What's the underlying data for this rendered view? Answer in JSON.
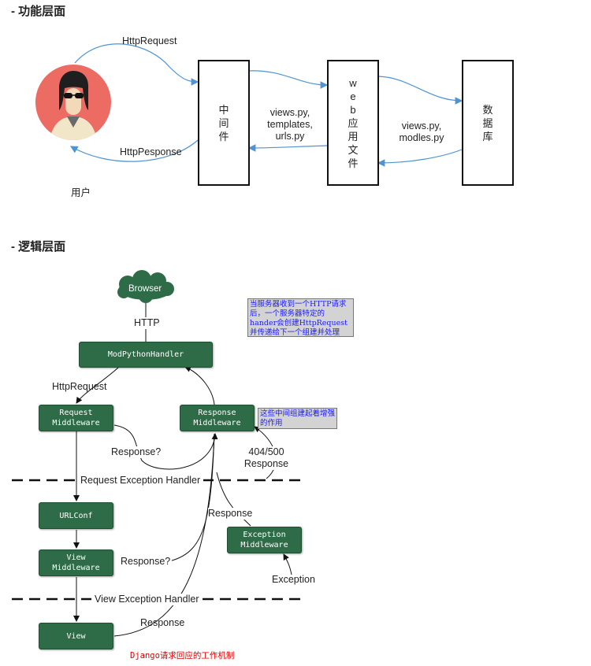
{
  "section1": {
    "heading": "- 功能层面",
    "user_label": "用户",
    "boxes": {
      "middleware": "中间件",
      "webapp": "web应用文件",
      "database": "数据库"
    },
    "labels": {
      "http_request": "HttpRequest",
      "http_response": "HttpPesponse",
      "mid_files": [
        "views.py,",
        "templates,",
        "urls.py"
      ],
      "db_files": [
        "views.py,",
        "modles.py"
      ]
    }
  },
  "section2": {
    "heading": "- 逻辑层面",
    "browser": "Browser",
    "nodes": {
      "handler": "ModPythonHandler",
      "request_mw": "Request\nMiddleware",
      "response_mw": "Response\nMiddleware",
      "urlconf": "URLConf",
      "view_mw": "View\nMiddleware",
      "exception_mw": "Exception\nMiddleware",
      "view": "View"
    },
    "labels": {
      "http": "HTTP",
      "http_request": "HttpRequest",
      "response_q1": "Response?",
      "response_q2": "Response?",
      "err": [
        "404/500",
        "Response"
      ],
      "req_exc_handler": "Request Exception Handler",
      "view_exc_handler": "View Exception Handler",
      "response_a": "Response",
      "response_b": "Response",
      "exception": "Exception"
    },
    "notes": {
      "handler_note": "当服务器收到一个HTTP请求后，一个服务器特定的hander会创建HttpRequest并传递给下一个组建并处理",
      "middleware_note": "这些中间组建起着增强的作用"
    },
    "caption": "Django请求回应的工作机制"
  },
  "colors": {
    "node_green": "#2e6b47",
    "arrow_blue": "#4f93d3",
    "caption_red": "#e00000",
    "note_blue": "#1a1aff"
  }
}
